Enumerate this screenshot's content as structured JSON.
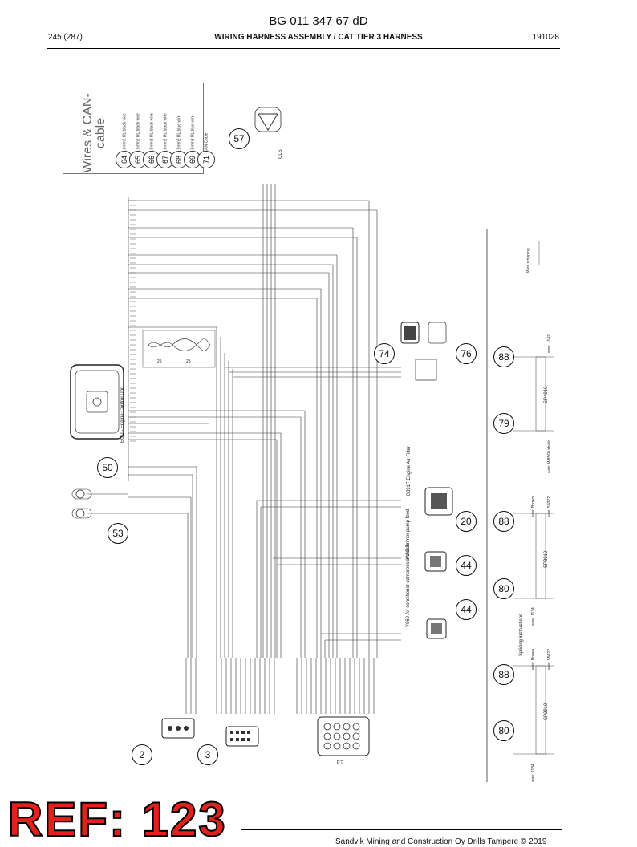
{
  "header": {
    "doc_code": "BG 011 347 67 dD",
    "page": "245 (287)",
    "title": "WIRING HARNESS ASSEMBLY / CAT TIER 3 HARNESS",
    "date": "191028"
  },
  "legend": {
    "title": "Wires & CAN-cable",
    "items": [
      {
        "num": "64",
        "text": "1,0mm2 RL black wire"
      },
      {
        "num": "65",
        "text": "1,5mm2 RL black wire"
      },
      {
        "num": "66",
        "text": "2,5mm2 RL black wire"
      },
      {
        "num": "67",
        "text": "6,0mm2 RL black wire"
      },
      {
        "num": "68",
        "text": "1,5mm2 RL blue wire"
      },
      {
        "num": "69",
        "text": "2,5mm2 RL blue wire"
      },
      {
        "num": "71",
        "text": "CAN Cable"
      }
    ]
  },
  "callouts": [
    {
      "id": "57",
      "label": "57"
    },
    {
      "id": "74",
      "label": "74"
    },
    {
      "id": "76",
      "label": "76"
    },
    {
      "id": "88a",
      "label": "88"
    },
    {
      "id": "79",
      "label": "79"
    },
    {
      "id": "50",
      "label": "50"
    },
    {
      "id": "53",
      "label": "53"
    },
    {
      "id": "20",
      "label": "20"
    },
    {
      "id": "88b",
      "label": "88"
    },
    {
      "id": "44a",
      "label": "44"
    },
    {
      "id": "80a",
      "label": "80"
    },
    {
      "id": "44b",
      "label": "44"
    },
    {
      "id": "88c",
      "label": "88"
    },
    {
      "id": "80b",
      "label": "80"
    },
    {
      "id": "2",
      "label": "2"
    },
    {
      "id": "3",
      "label": "3"
    }
  ],
  "labels": {
    "ecu": "ECU - Engine Control Unit",
    "air_filter": "B391F Engine Air Filter",
    "primer_pump": "-XV-C Primer pump feed",
    "ac_clutch": "Y860 Air conditioner compressor clutch",
    "splicing": "Splicing instructions",
    "wire_stripping": "Wire stripping",
    "splice_1": "-SP4910",
    "splice_2": "-SP3910",
    "splice_3": "-SP2910",
    "wire_brown_1": "wire: Brown",
    "wire_55022_1": "wire: 55022",
    "wire_brown_2": "wire: Brown",
    "wire_55022_2": "wire: 55022",
    "wire_j142": "wire: J142",
    "wire_w8560": "wire: W8560 shield",
    "wire_j134a": "wire: J134",
    "wire_j134b": "wire: J134",
    "cls": "CLS",
    "dim_25a": "25",
    "dim_25b": "25",
    "conn_cd": "c,d"
  },
  "stamp": {
    "text": "REF: 123"
  },
  "footer": {
    "text": "Sandvik Mining and Construction Oy Drills Tampere © 2019"
  },
  "colors": {
    "stamp_red": "#e1211c",
    "line": "#222222"
  }
}
